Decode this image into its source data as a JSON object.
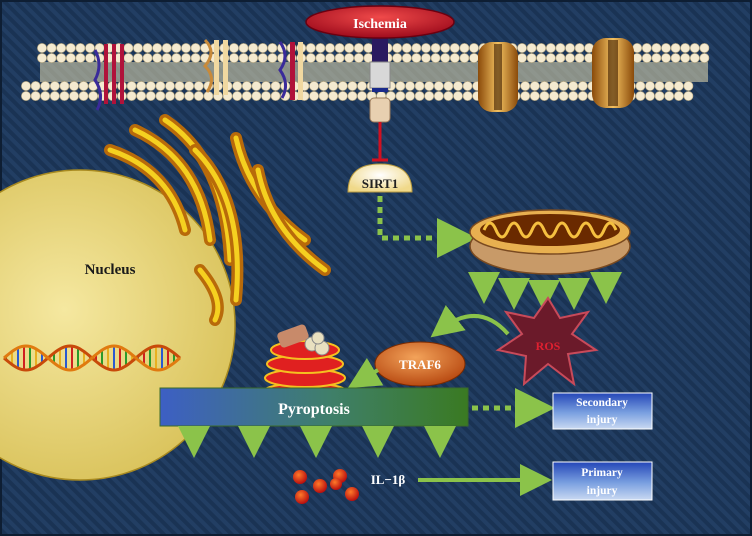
{
  "labels": {
    "ischemia": "Ischemia",
    "sirt1": "SIRT1",
    "nucleus": "Nucleus",
    "traf6": "TRAF6",
    "ros": "ROS",
    "pyroptosis": "Pyroptosis",
    "secondary_injury_line1": "Secondary",
    "secondary_injury_line2": "injury",
    "primary_injury_line1": "Primary",
    "primary_injury_line2": "injury",
    "il1b": "IL−1β"
  },
  "colors": {
    "background": "#1f3a5c",
    "arrow_green": "#8bc34a",
    "nucleus_fill": "#e8d673",
    "ischemia_red": "#c8102e",
    "ros_fill": "#6b1a2a",
    "traf6_fill": "#d2691e",
    "pyroptosis_left": "#3b5fbf",
    "pyroptosis_right": "#3c7a2a",
    "injury_box": "#1a3fa8"
  }
}
